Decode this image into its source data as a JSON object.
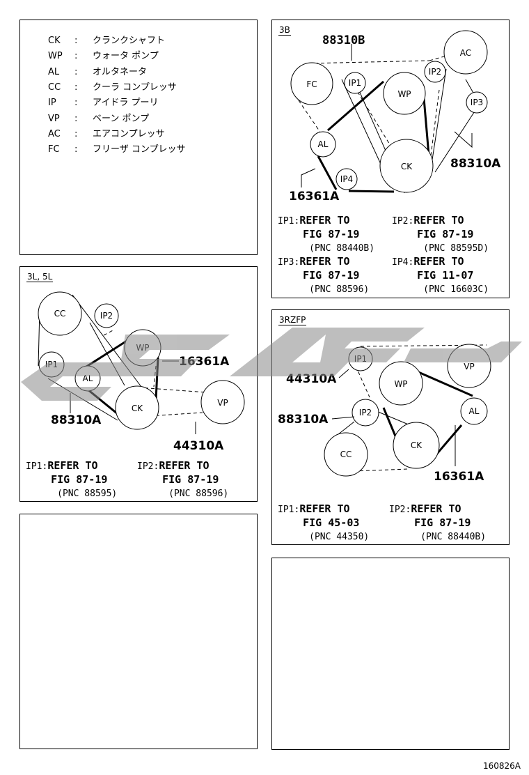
{
  "legend": [
    {
      "abbr": "CK",
      "sep": ":",
      "name": "クランクシャフト"
    },
    {
      "abbr": "WP",
      "sep": ":",
      "name": "ウォータ ポンプ"
    },
    {
      "abbr": "AL",
      "sep": ":",
      "name": "オルタネータ"
    },
    {
      "abbr": "CC",
      "sep": ":",
      "name": "クーラ コンプレッサ"
    },
    {
      "abbr": "IP",
      "sep": ":",
      "name": "アイドラ プーリ"
    },
    {
      "abbr": "VP",
      "sep": ":",
      "name": "ベーン ポンプ"
    },
    {
      "abbr": "AC",
      "sep": ":",
      "name": "エアコンプレッサ"
    },
    {
      "abbr": "FC",
      "sep": ":",
      "name": "フリーザ コンプレッサ"
    }
  ],
  "panel_3b": {
    "tag": "3B",
    "pulleys": {
      "fc": "FC",
      "ip1": "IP1",
      "wp": "WP",
      "ip2": "IP2",
      "ac": "AC",
      "ip3": "IP3",
      "al": "AL",
      "ip4": "IP4",
      "ck": "CK"
    },
    "part_numbers": {
      "top": "88310B",
      "right": "88310A",
      "bottom": "16361A"
    },
    "refs": [
      {
        "ip": "IP1:",
        "l1": "REFER TO",
        "l2": "FIG 87-19",
        "pnc": "(PNC 88440B)"
      },
      {
        "ip": "IP2:",
        "l1": "REFER TO",
        "l2": "FIG 87-19",
        "pnc": "(PNC 88595D)"
      },
      {
        "ip": "IP3:",
        "l1": "REFER TO",
        "l2": "FIG 87-19",
        "pnc": "(PNC 88596)"
      },
      {
        "ip": "IP4:",
        "l1": "REFER TO",
        "l2": "FIG 11-07",
        "pnc": "(PNC 16603C)"
      }
    ]
  },
  "panel_3l5l": {
    "tag": "3L, 5L",
    "pulleys": {
      "cc": "CC",
      "ip2": "IP2",
      "wp": "WP",
      "ip1": "IP1",
      "al": "AL",
      "ck": "CK",
      "vp": "VP"
    },
    "part_numbers": {
      "right": "16361A",
      "left": "88310A",
      "bottom": "44310A"
    },
    "refs": [
      {
        "ip": "IP1:",
        "l1": "REFER TO",
        "l2": "FIG 87-19",
        "pnc": "(PNC 88595)"
      },
      {
        "ip": "IP2:",
        "l1": "REFER TO",
        "l2": "FIG 87-19",
        "pnc": "(PNC 88596)"
      }
    ]
  },
  "panel_3rzfp": {
    "tag": "3RZFP",
    "pulleys": {
      "ip1": "IP1",
      "vp": "VP",
      "wp": "WP",
      "ip2": "IP2",
      "al": "AL",
      "ck": "CK",
      "cc": "CC"
    },
    "part_numbers": {
      "top": "44310A",
      "left": "88310A",
      "right": "16361A"
    },
    "refs": [
      {
        "ip": "IP1:",
        "l1": "REFER TO",
        "l2": "FIG 45-03",
        "pnc": "(PNC 44350)"
      },
      {
        "ip": "IP2:",
        "l1": "REFER TO",
        "l2": "FIG 87-19",
        "pnc": "(PNC 88440B)"
      }
    ]
  },
  "footer": "160826A"
}
